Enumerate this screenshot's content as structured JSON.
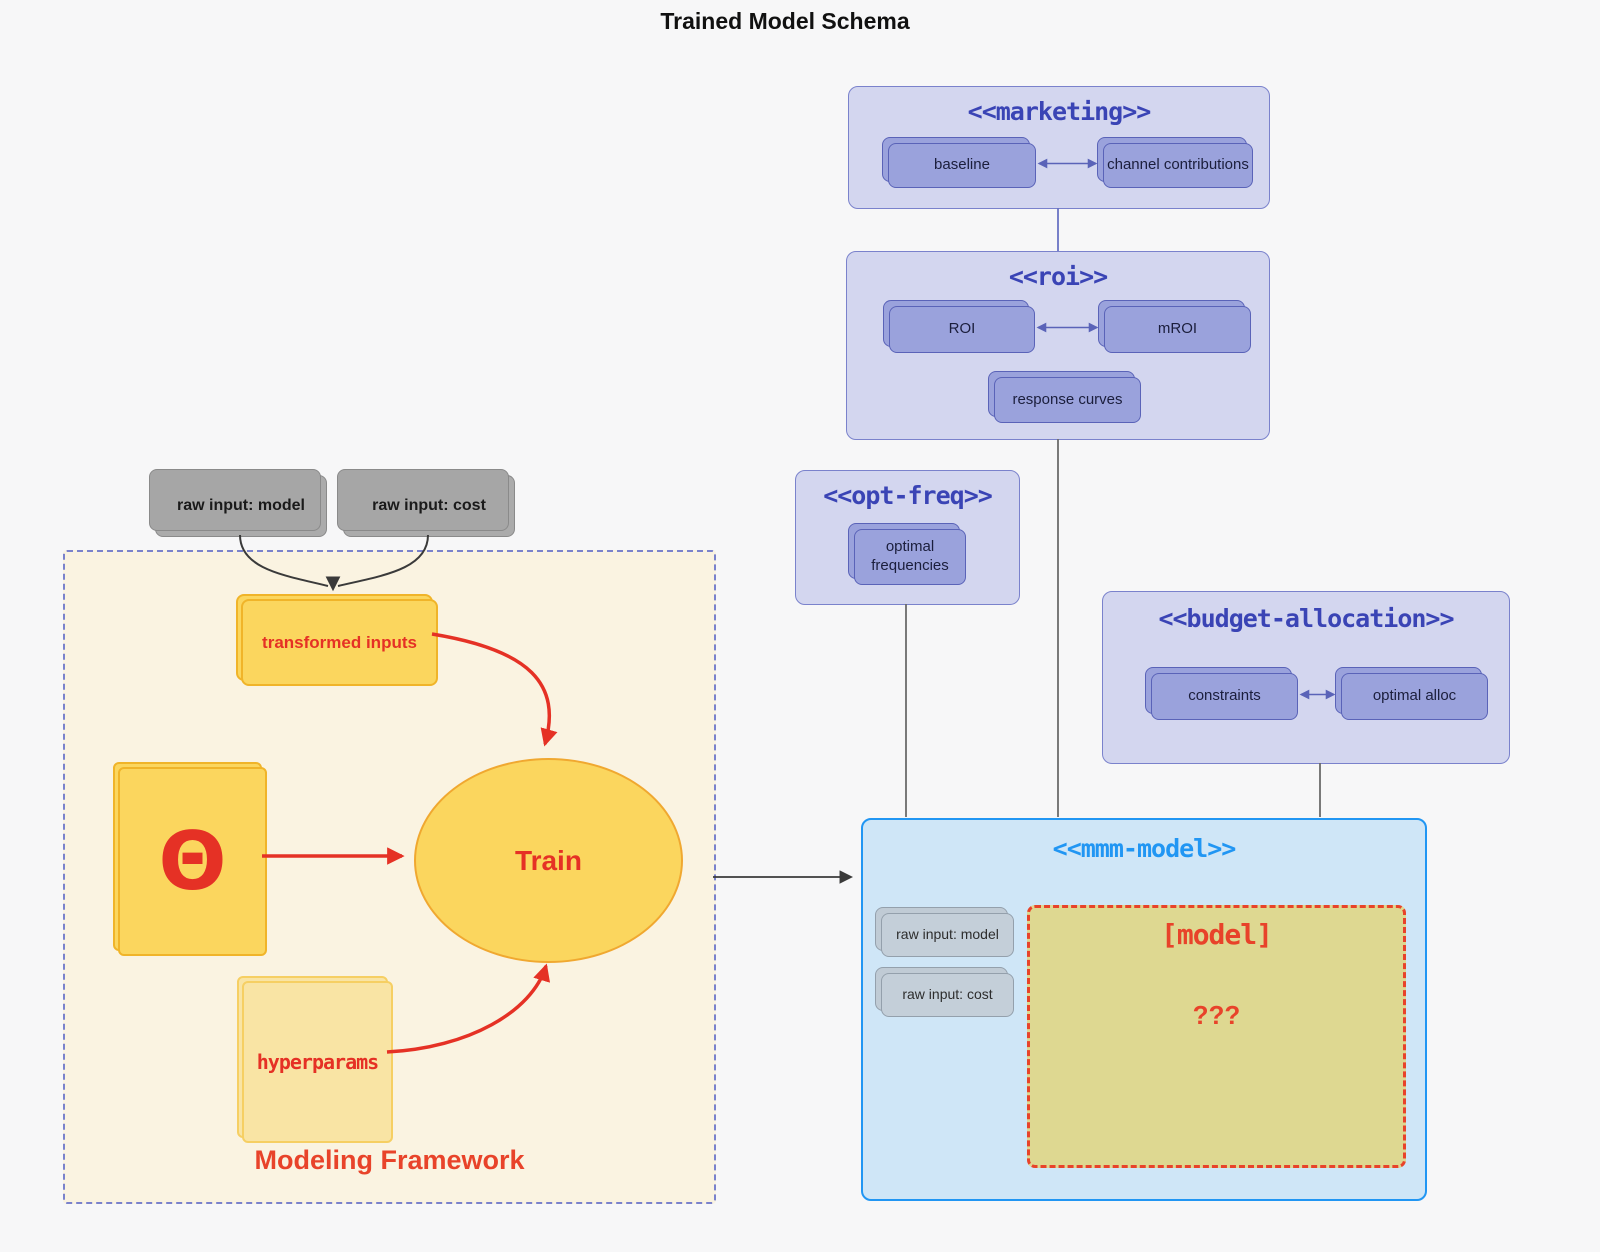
{
  "title": "Trained Model Schema",
  "colors": {
    "page_bg": "#f7f7f8",
    "purple_container_fill": "#d3d6ef",
    "purple_container_border": "#7a82cc",
    "purple_node_fill": "#9aa2dc",
    "purple_node_border": "#5a63b8",
    "purple_title_text": "#3a44b5",
    "blue_container_fill": "#cfe6f7",
    "blue_container_border": "#2196f3",
    "blue_title_text": "#2196f3",
    "yellow_node_fill": "#fbd65e",
    "yellow_node_border": "#f0b429",
    "framework_fill": "#faf3e1",
    "model_box_fill": "#ded891",
    "red_accent": "#e8432a",
    "red_arrow": "#e53125",
    "gray_node_fill": "#ababab",
    "mmm_gray_node_fill": "#c4cfd9",
    "connector_gray": "#6b6b6b"
  },
  "marketing": {
    "title": "<<marketing>>",
    "baseline": "baseline",
    "channel_contributions": "channel contributions"
  },
  "roi": {
    "title": "<<roi>>",
    "roi": "ROI",
    "mroi": "mROI",
    "response_curves": "response curves"
  },
  "opt_freq": {
    "title": "<<opt-freq>>",
    "optimal_frequencies": "optimal frequencies"
  },
  "budget_allocation": {
    "title": "<<budget-allocation>>",
    "constraints": "constraints",
    "optimal_alloc": "optimal alloc"
  },
  "mmm_model": {
    "title": "<<mmm-model>>",
    "raw_input_model": "raw input: model",
    "raw_input_cost": "raw input: cost",
    "model_label": "[model]",
    "model_placeholder": "???"
  },
  "raw_inputs": {
    "model": "raw input: model",
    "cost": "raw input: cost"
  },
  "framework": {
    "label": "Modeling Framework",
    "transformed_inputs": "transformed inputs",
    "theta": "Θ",
    "train": "Train",
    "hyperparams": "hyperparams"
  }
}
